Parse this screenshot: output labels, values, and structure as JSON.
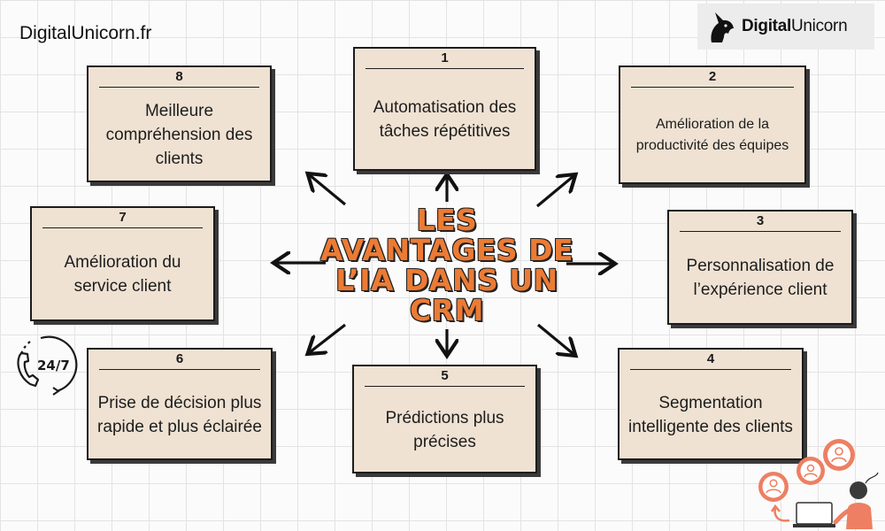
{
  "site": {
    "label": "DigitalUnicorn.fr"
  },
  "logo": {
    "brand_bold": "Digital",
    "brand_light": "Unicorn"
  },
  "center_title": [
    "LES",
    "AVANTAGES DE",
    "L’IA DANS UN",
    "CRM"
  ],
  "cards": [
    {
      "number": "1",
      "text": "Automatisation des tâches répétitives"
    },
    {
      "number": "2",
      "text": "Amélioration de la productivité des équipes"
    },
    {
      "number": "3",
      "text": "Personnalisation de l’expérience client"
    },
    {
      "number": "4",
      "text": "Segmentation intelligente des clients"
    },
    {
      "number": "5",
      "text": "Prédictions plus précises"
    },
    {
      "number": "6",
      "text": "Prise de décision plus rapide et plus éclairée"
    },
    {
      "number": "7",
      "text": "Amélioration du service client"
    },
    {
      "number": "8",
      "text": "Meilleure compréhension des clients"
    }
  ],
  "phone_badge": "24/7",
  "colors": {
    "card_bg": "#efe2d3",
    "accent": "#ec7b34",
    "outline": "#1c1c1c"
  }
}
